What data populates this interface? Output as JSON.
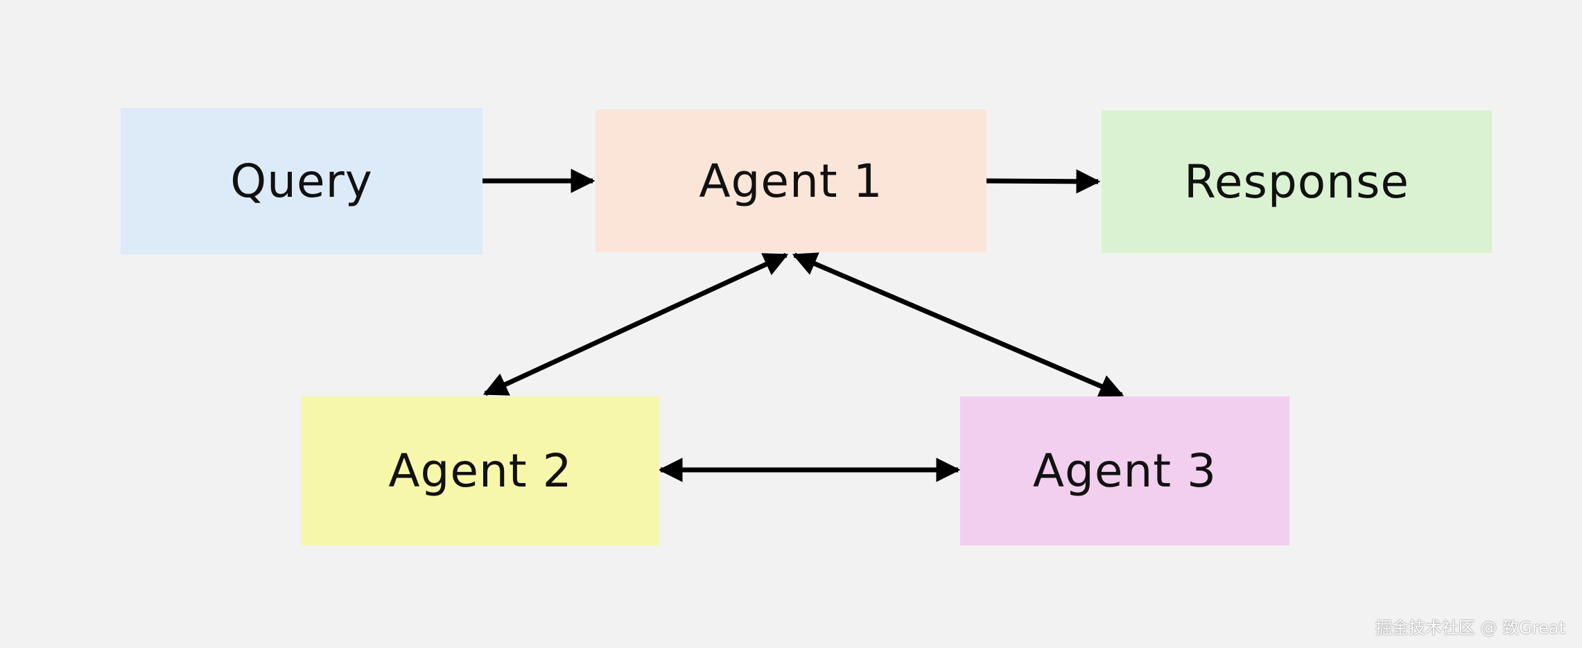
{
  "nodes": {
    "query": {
      "label": "Query",
      "color": "#ddeaf7"
    },
    "agent1": {
      "label": "Agent 1",
      "color": "#fbe5d9"
    },
    "response": {
      "label": "Response",
      "color": "#daf2d1"
    },
    "agent2": {
      "label": "Agent 2",
      "color": "#f7f7ab"
    },
    "agent3": {
      "label": "Agent 3",
      "color": "#f2cfee"
    }
  },
  "edges": [
    {
      "from": "Query",
      "to": "Agent 1",
      "direction": "one-way"
    },
    {
      "from": "Agent 1",
      "to": "Response",
      "direction": "one-way"
    },
    {
      "from": "Agent 1",
      "to": "Agent 2",
      "direction": "two-way"
    },
    {
      "from": "Agent 1",
      "to": "Agent 3",
      "direction": "two-way"
    },
    {
      "from": "Agent 2",
      "to": "Agent 3",
      "direction": "two-way"
    }
  ],
  "colors": {
    "arrow": "#000000",
    "text": "#111111",
    "background": "#f2f2f2"
  },
  "watermark": "掘金技术社区 @ 致Great"
}
